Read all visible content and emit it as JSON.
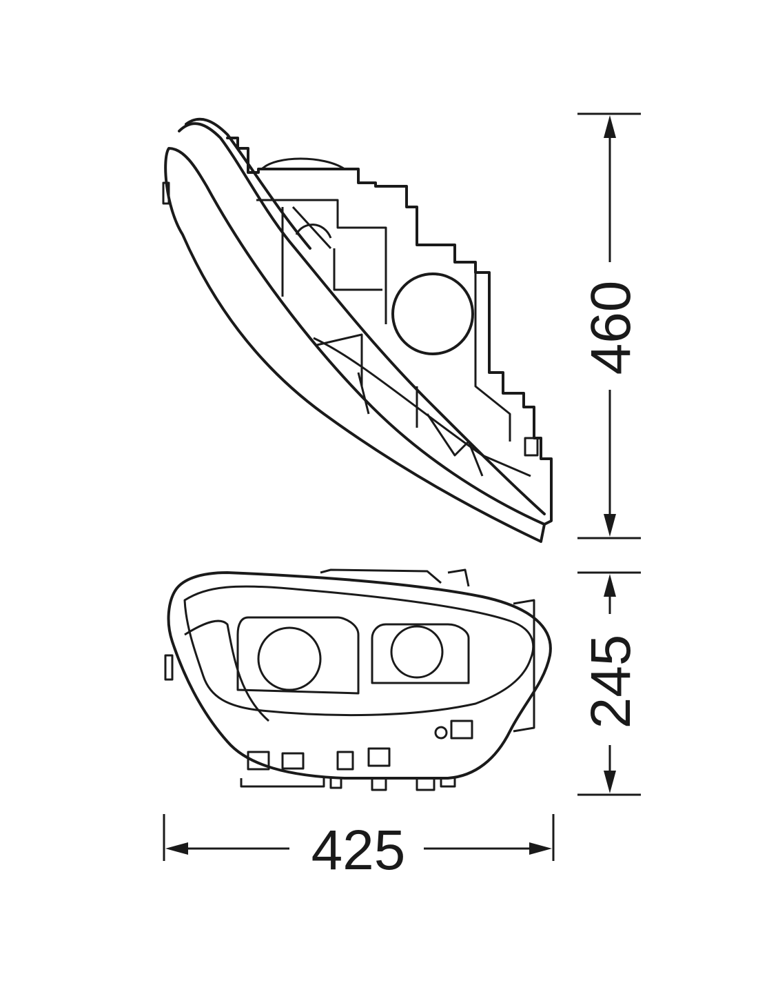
{
  "dimensions": {
    "height_side_view": "460",
    "height_front_view": "245",
    "width": "425"
  }
}
